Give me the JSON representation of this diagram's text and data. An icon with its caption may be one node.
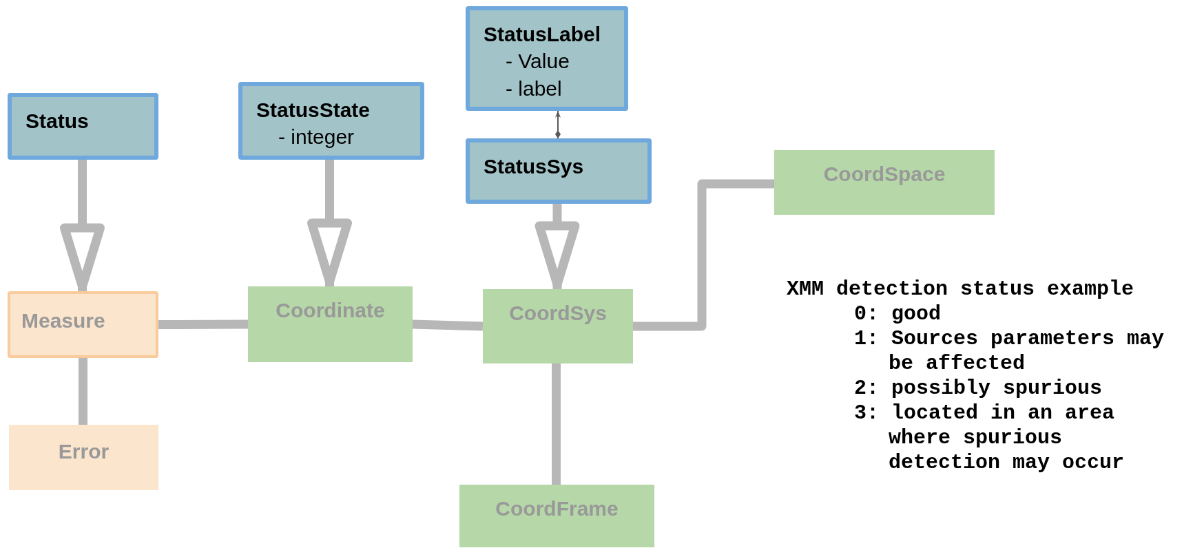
{
  "diagram": {
    "nodes": [
      {
        "text": [
          "StatusLabel",
          "- Value",
          "- label"
        ]
      },
      {
        "text": [
          "Status"
        ]
      },
      {
        "text": [
          "StatusState",
          "- integer"
        ]
      },
      {
        "text": [
          "StatusSys"
        ]
      },
      {
        "text": [
          "CoordSpace"
        ]
      },
      {
        "text": [
          "Measure"
        ]
      },
      {
        "text": [
          "Coordinate"
        ]
      },
      {
        "text": [
          "CoordSys"
        ]
      },
      {
        "text": [
          "Error"
        ]
      },
      {
        "text": [
          "CoordFrame"
        ]
      }
    ],
    "edges": [
      {
        "from": 1,
        "to": 5,
        "arrow": "to"
      },
      {
        "from": 2,
        "to": 6,
        "arrow": "to"
      },
      {
        "from": 3,
        "to": 7,
        "arrow": "to"
      },
      {
        "from": 3,
        "to": 0,
        "arrow": "to",
        "color": "#595959"
      },
      {
        "from": 5,
        "to": 6,
        "arrow": "none"
      },
      {
        "from": 6,
        "to": 7,
        "arrow": "none"
      },
      {
        "from": 7,
        "to": 4,
        "arrow": "none"
      },
      {
        "from": 5,
        "to": 8,
        "arrow": "none"
      },
      {
        "from": 7,
        "to": 9,
        "arrow": "none"
      }
    ],
    "labels": [
      "XMM detection status example",
      "0: good",
      "1: Sources parameters may be affected",
      "2: possibly spurious",
      "3: located in an area where spurious detection may occur"
    ]
  }
}
